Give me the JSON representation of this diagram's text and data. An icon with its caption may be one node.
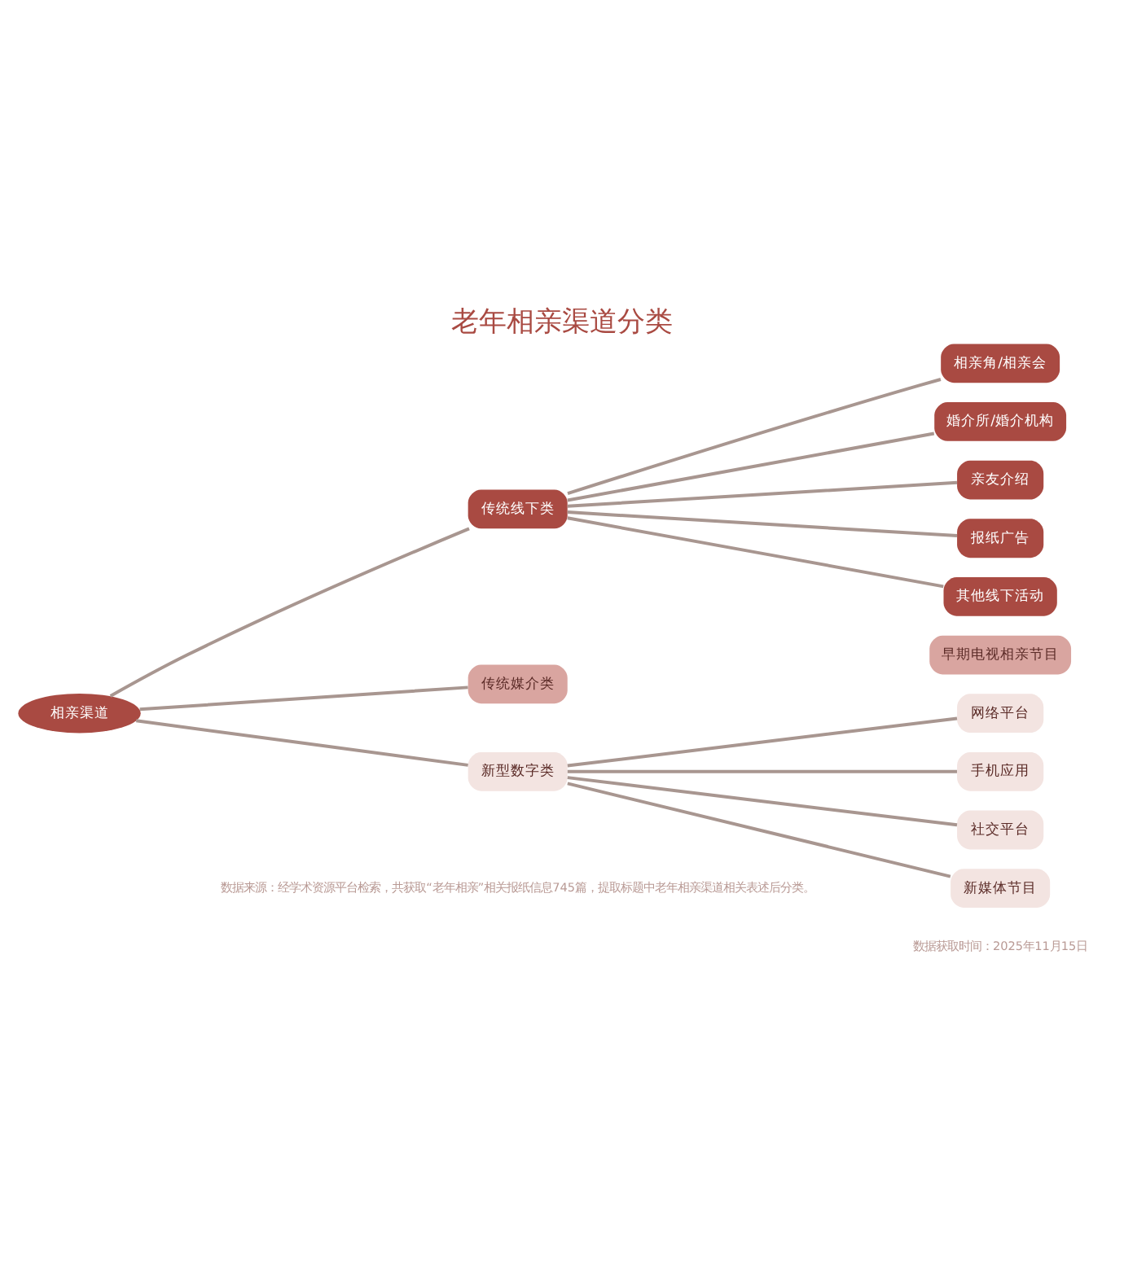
{
  "diagram": {
    "title": "老年相亲渠道分类",
    "caption": "数据来源：经学术资源平台检索，共获取“老年相亲”相关报纸信息745篇，提取标题中老年相亲渠道相关表述后分类。",
    "nodes": [
      {
        "text": [
          "相亲渠道"
        ]
      },
      {
        "text": [
          "传统线下类"
        ]
      },
      {
        "text": [
          "相亲角/相亲会"
        ]
      },
      {
        "text": [
          "婚介所/婚介机构"
        ]
      },
      {
        "text": [
          "亲友介绍"
        ]
      },
      {
        "text": [
          "报纸广告"
        ]
      },
      {
        "text": [
          "其他线下活动"
        ]
      },
      {
        "text": [
          "传统媒介类"
        ]
      },
      {
        "text": [
          "早期电视相亲节目"
        ]
      },
      {
        "text": [
          "新型数字类"
        ]
      },
      {
        "text": [
          "网络平台"
        ]
      },
      {
        "text": [
          "手机应用"
        ]
      },
      {
        "text": [
          "社交平台"
        ]
      },
      {
        "text": [
          "新媒体节目"
        ]
      }
    ],
    "edges": [
      {
        "from": 0,
        "to": 1,
        "arrow": "none"
      },
      {
        "from": 0,
        "to": 7,
        "arrow": "none"
      },
      {
        "from": 0,
        "to": 9,
        "arrow": "none"
      },
      {
        "from": 1,
        "to": 2,
        "arrow": "none"
      },
      {
        "from": 1,
        "to": 3,
        "arrow": "none"
      },
      {
        "from": 1,
        "to": 4,
        "arrow": "none"
      },
      {
        "from": 1,
        "to": 5,
        "arrow": "none"
      },
      {
        "from": 1,
        "to": 6,
        "arrow": "none"
      },
      {
        "from": 9,
        "to": 10,
        "arrow": "none"
      },
      {
        "from": 9,
        "to": 11,
        "arrow": "none"
      },
      {
        "from": 9,
        "to": 12,
        "arrow": "none"
      },
      {
        "from": 9,
        "to": 13,
        "arrow": "none"
      }
    ],
    "labels": [
      "数据获取时间：2025年11月15日"
    ]
  }
}
